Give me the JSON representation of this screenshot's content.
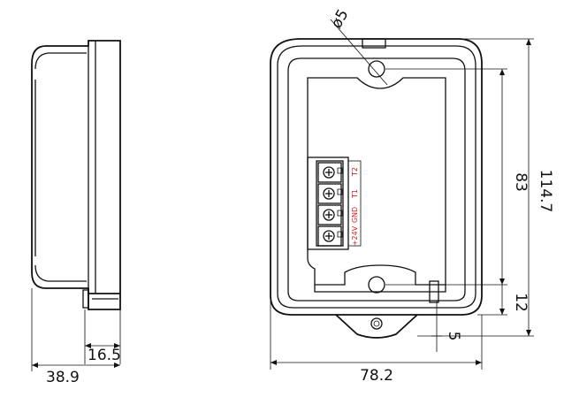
{
  "dimensions": {
    "side_depth": "38.9",
    "side_base": "16.5",
    "front_width": "78.2",
    "front_height": "114.7",
    "hole_spacing": "83",
    "lower_offset": "12",
    "tab_offset": "5",
    "hole_diameter": "ø5"
  },
  "terminals": [
    "T2",
    "T1",
    "GND",
    "+24V"
  ],
  "colors": {
    "line": "#111111",
    "terminal_label": "#d42020",
    "background": "#ffffff"
  }
}
